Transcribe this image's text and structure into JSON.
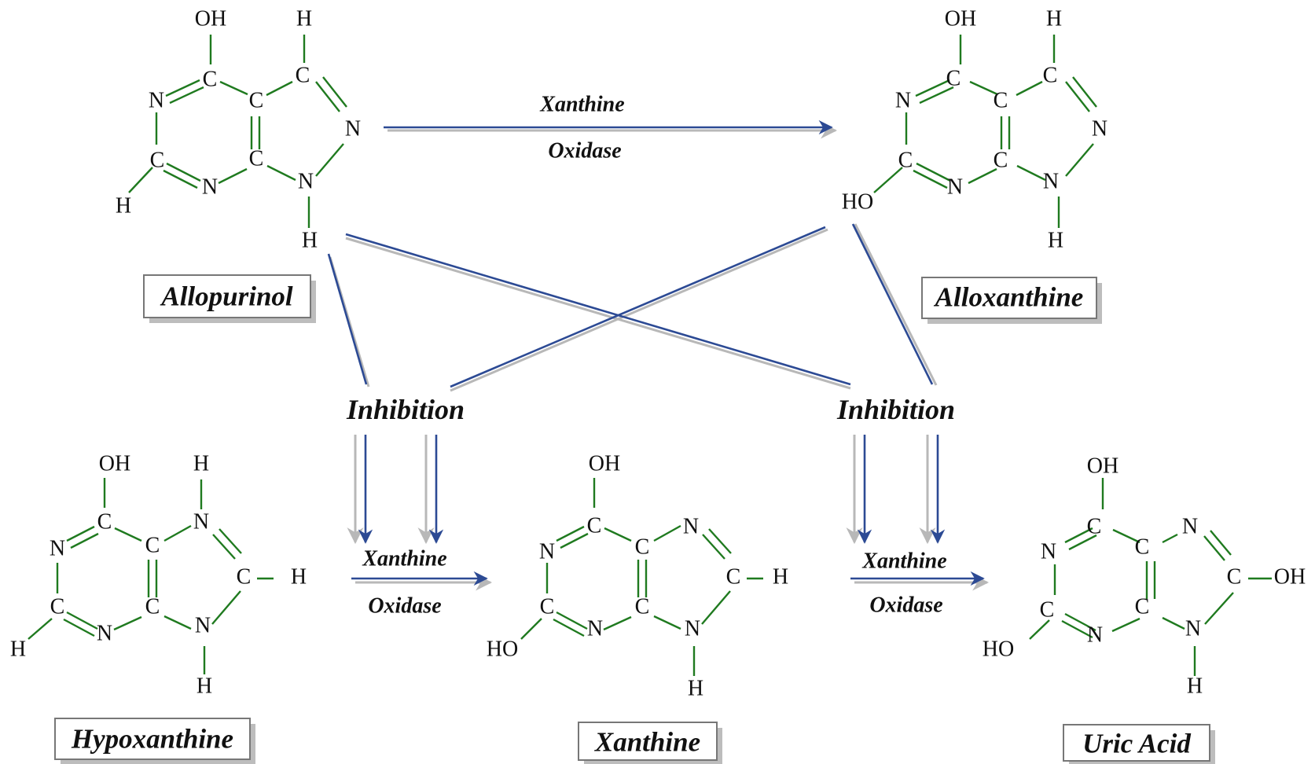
{
  "molecules": {
    "allopurinol": {
      "name": "Allopurinol"
    },
    "alloxanthine": {
      "name": "Alloxanthine"
    },
    "hypoxanthine": {
      "name": "Hypoxanthine"
    },
    "xanthine": {
      "name": "Xanthine"
    },
    "uric_acid": {
      "name": "Uric Acid"
    }
  },
  "atoms": {
    "c": "C",
    "n": "N",
    "h": "H",
    "oh": "OH",
    "ho": "HO"
  },
  "arrows": {
    "top": {
      "line1": "Xanthine",
      "line2": "Oxidase"
    },
    "left": {
      "line1": "Xanthine",
      "line2": "Oxidase"
    },
    "right": {
      "line1": "Xanthine",
      "line2": "Oxidase"
    }
  },
  "inhibition": {
    "left": "Inhibition",
    "right": "Inhibition"
  },
  "colors": {
    "bond": "#1f7a1f",
    "arrow": "#2c4a94",
    "text": "#111111"
  }
}
